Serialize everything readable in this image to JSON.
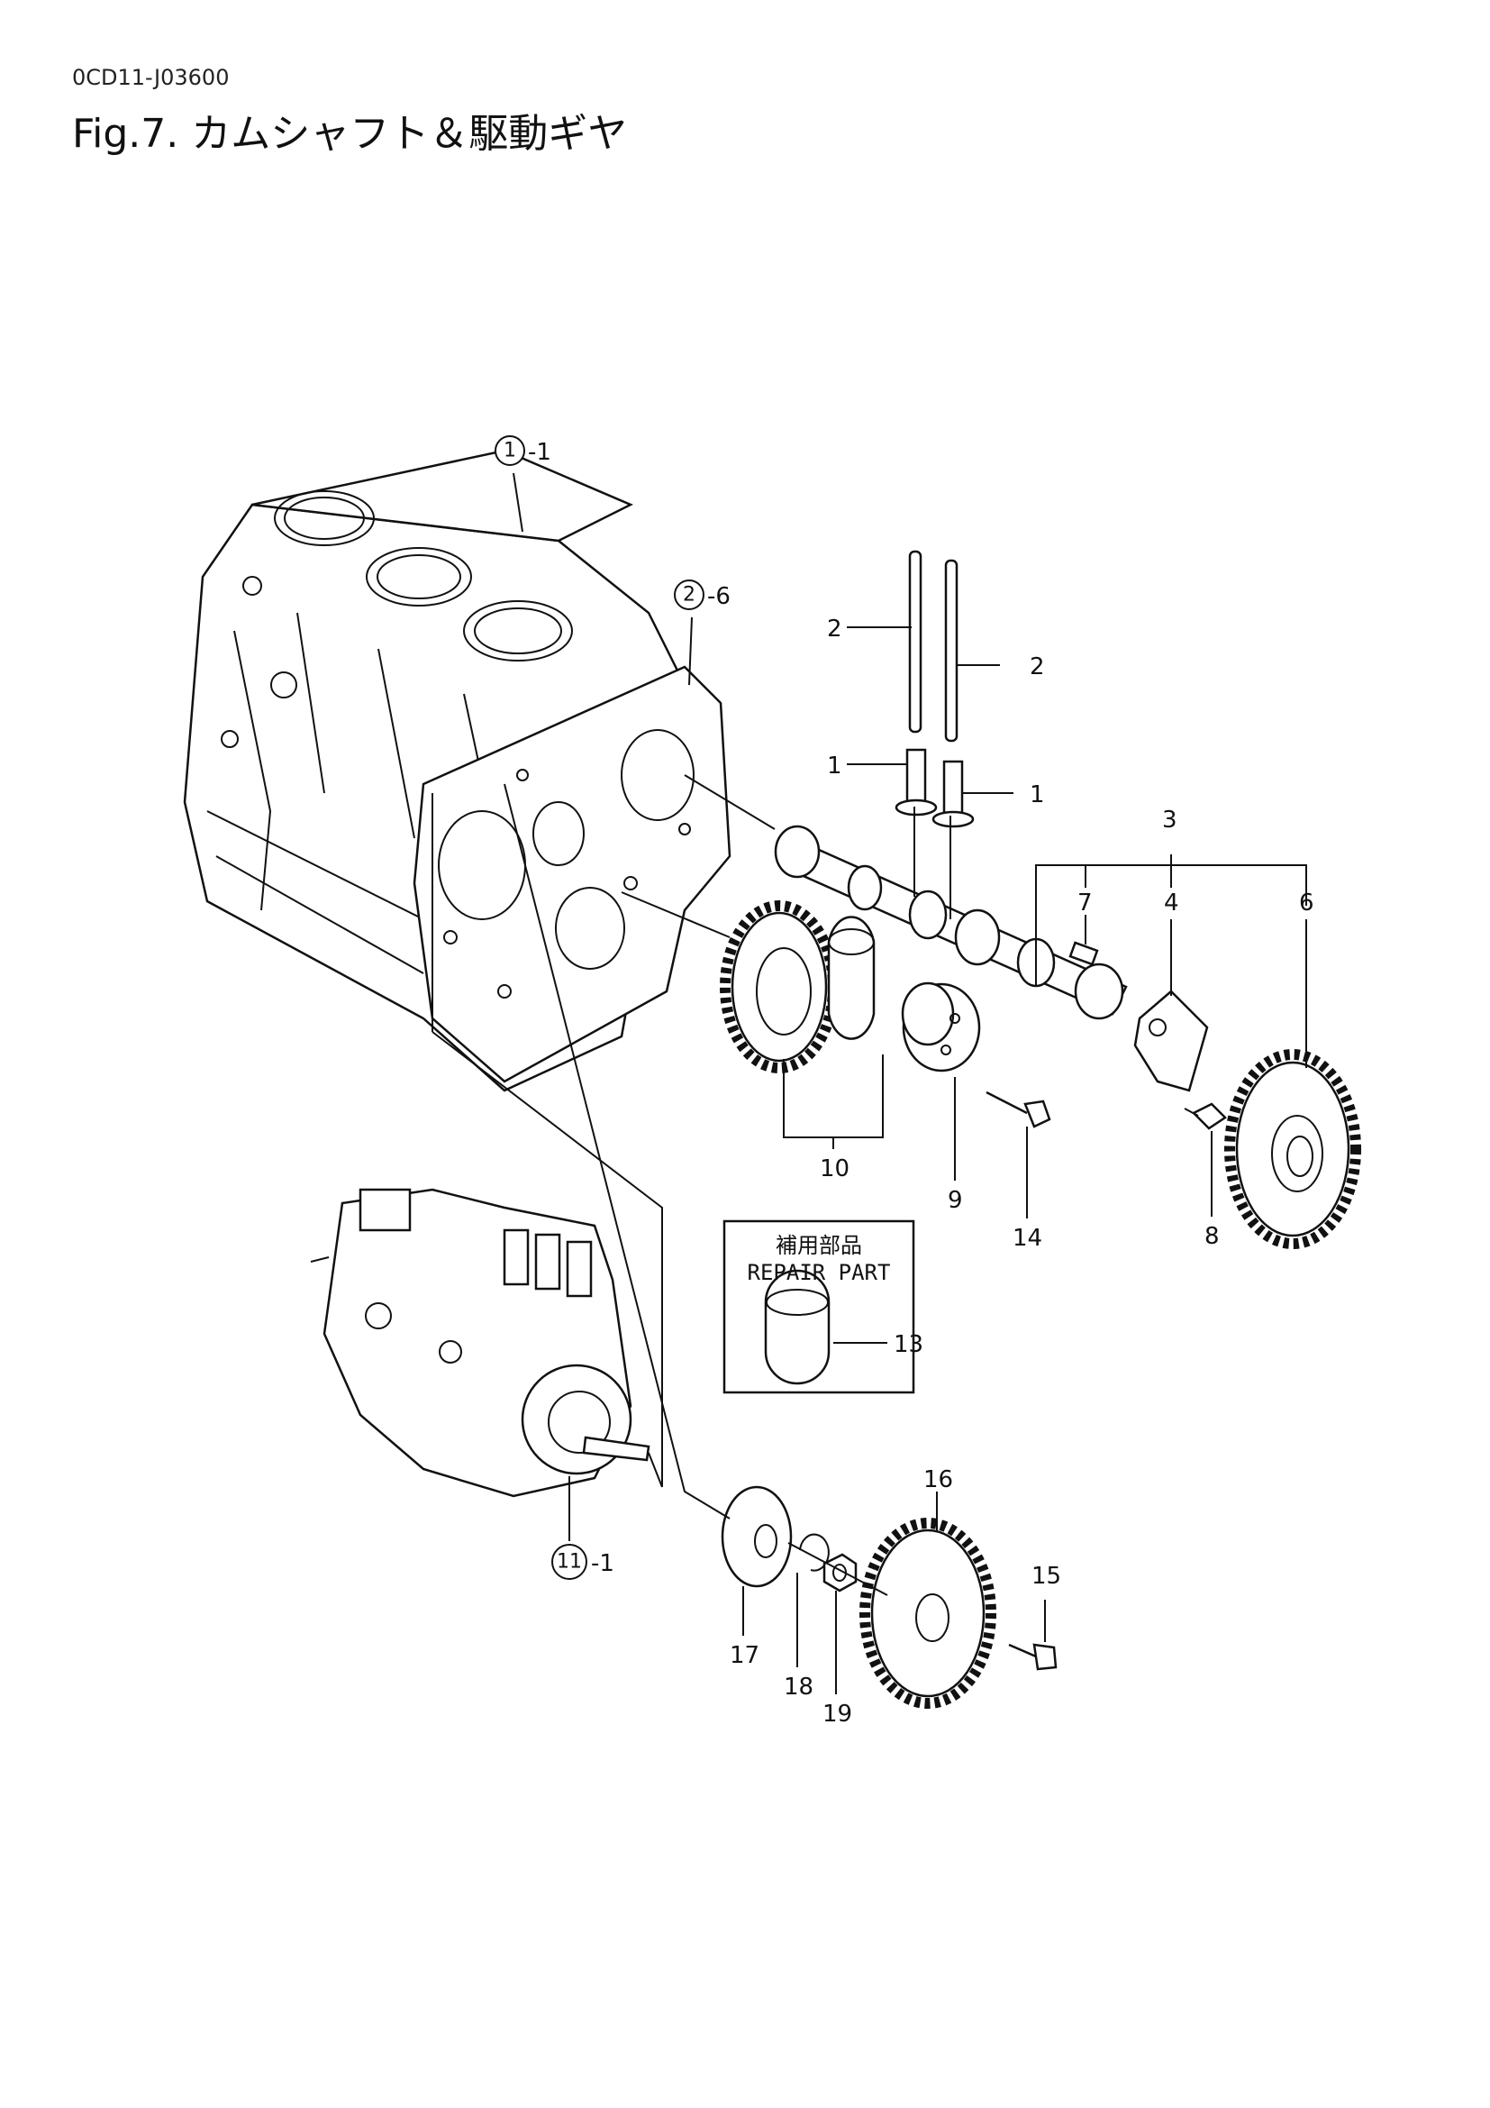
{
  "header": {
    "doc_code": "0CD11-J03600",
    "fig_title": "Fig.7.  カムシャフト＆駆動ギヤ"
  },
  "repair_box": {
    "title_jp": "補用部品",
    "title_en": "REPAIR PART"
  },
  "callouts": {
    "c1_1": {
      "num": "1",
      "suffix": "-1"
    },
    "c2_6": {
      "num": "2",
      "suffix": "-6"
    },
    "c11_1": {
      "num": "11",
      "suffix": "-1"
    },
    "push_rod_a": "2",
    "push_rod_b": "2",
    "tappet_a": "1",
    "tappet_b": "1",
    "camshaft_assy": "3",
    "key": "7",
    "thrust_plate": "4",
    "cam_gear": "6",
    "idle_gear_assy": "10",
    "idle_shaft": "9",
    "idle_bolt": "14",
    "plate_bolt": "8",
    "repair_bushing": "13",
    "pump_gear": "16",
    "pump_bolt": "15",
    "coupling": "17",
    "circlip": "18",
    "nut": "19"
  }
}
